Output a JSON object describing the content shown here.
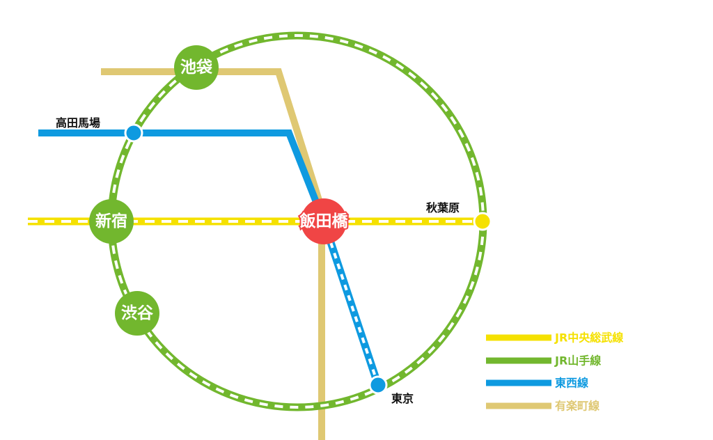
{
  "colors": {
    "chuo": "#f5e100",
    "yamanote": "#72b72e",
    "tozai": "#0e9ae0",
    "yurakucho": "#dfc873",
    "hub": "#f04545"
  },
  "stations": {
    "ikebukuro": "池袋",
    "shinjuku": "新宿",
    "shibuya": "渋谷",
    "iidabashi": "飯田橋",
    "takadanobaba": "高田馬場",
    "akihabara": "秋葉原",
    "tokyo": "東京"
  },
  "legend": [
    {
      "label": "JR中央総武線",
      "color": "#f5e100"
    },
    {
      "label": "JR山手線",
      "color": "#72b72e"
    },
    {
      "label": "東西線",
      "color": "#0e9ae0"
    },
    {
      "label": "有楽町線",
      "color": "#dfc873"
    }
  ]
}
